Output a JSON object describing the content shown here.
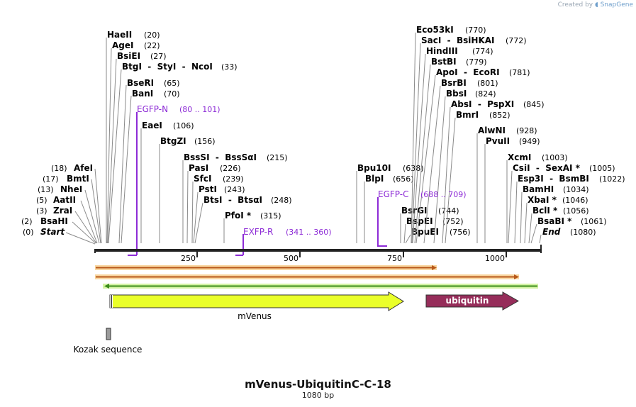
{
  "branding": {
    "created_by": "Created by ",
    "product": "SnapGene"
  },
  "map": {
    "name": "mVenus-UbiquitinC-C-18",
    "length_label": "1080 bp",
    "length": 1080,
    "ruler_ticks": [
      {
        "value": 250,
        "label": "250"
      },
      {
        "value": 500,
        "label": "500"
      },
      {
        "value": 750,
        "label": "750"
      },
      {
        "value": 1000,
        "label": "1000"
      }
    ]
  },
  "sites_left": [
    {
      "name": "BsaHI",
      "pos": "2",
      "italic": false
    },
    {
      "name": "ZraI",
      "pos": "3",
      "italic": false
    },
    {
      "name": "AatII",
      "pos": "5",
      "italic": false
    },
    {
      "name": "NheI",
      "pos": "13",
      "italic": false
    },
    {
      "name": "BmtI",
      "pos": "17",
      "italic": false
    },
    {
      "name": "AfeI",
      "pos": "18",
      "italic": false
    }
  ],
  "start_label": {
    "name": "Start",
    "pos": "0"
  },
  "end_label": {
    "name": "End",
    "pos": "1080"
  },
  "sites_upper_left": [
    {
      "name": "HaeII",
      "pos": "20"
    },
    {
      "name": "AgeI",
      "pos": "22"
    },
    {
      "name": "BsiEI",
      "pos": "27"
    },
    {
      "name": "BtgI  -  StyI  -  NcoI",
      "pos": "33"
    },
    {
      "name": "BseRI",
      "pos": "65"
    },
    {
      "name": "BanI",
      "pos": "70"
    },
    {
      "name": "EaeI",
      "pos": "106"
    },
    {
      "name": "BtgZI",
      "pos": "156"
    },
    {
      "name": "BssSI  -  BssSαI",
      "pos": "215"
    },
    {
      "name": "PasI",
      "pos": "226"
    },
    {
      "name": "SfcI",
      "pos": "239"
    },
    {
      "name": "PstI",
      "pos": "243"
    },
    {
      "name": "BtsI  -  BtsαI",
      "pos": "248"
    },
    {
      "name": "PfoI *",
      "pos": "315"
    }
  ],
  "sites_mid": [
    {
      "name": "Bpu10I",
      "pos": "638"
    },
    {
      "name": "BlpI",
      "pos": "656"
    },
    {
      "name": "BsrGI",
      "pos": "744"
    },
    {
      "name": "BspEI",
      "pos": "752"
    },
    {
      "name": "BpuEI",
      "pos": "756"
    }
  ],
  "sites_upper_right": [
    {
      "name": "Eco53kI",
      "pos": "770"
    },
    {
      "name": "SacI  -  BsiHKAI",
      "pos": "772"
    },
    {
      "name": "HindIII",
      "pos": "774"
    },
    {
      "name": "BstBI",
      "pos": "779"
    },
    {
      "name": "ApoI  -  EcoRI",
      "pos": "781"
    },
    {
      "name": "BsrBI",
      "pos": "801"
    },
    {
      "name": "BbsI",
      "pos": "824"
    },
    {
      "name": "AbsI  -  PspXI",
      "pos": "845"
    },
    {
      "name": "BmrI",
      "pos": "852"
    },
    {
      "name": "AlwNI",
      "pos": "928"
    },
    {
      "name": "PvuII",
      "pos": "949"
    },
    {
      "name": "XcmI",
      "pos": "1003"
    },
    {
      "name": "CsiI  -  SexAI *",
      "pos": "1005"
    },
    {
      "name": "Esp3I  -  BsmBI",
      "pos": "1022"
    },
    {
      "name": "BamHI",
      "pos": "1034"
    },
    {
      "name": "XbaI *",
      "pos": "1046"
    },
    {
      "name": "BclI *",
      "pos": "1056"
    },
    {
      "name": "BsaBI *",
      "pos": "1061"
    }
  ],
  "primers": [
    {
      "name": "EGFP-N",
      "range": "(80 .. 101)",
      "start": 80,
      "end": 101
    },
    {
      "name": "EXFP-R",
      "range": "(341 .. 360)",
      "start": 341,
      "end": 360
    },
    {
      "name": "EGFP-C",
      "range": "(688 .. 709)",
      "start": 688,
      "end": 709
    }
  ],
  "features": [
    {
      "name": "mVenus",
      "start": 36,
      "end": 755,
      "color": "#eaff2a"
    },
    {
      "name": "ubiquitin",
      "start": 800,
      "end": 1030,
      "color": "#962d5a"
    },
    {
      "name": "Kozak sequence",
      "start": 26,
      "end": 35,
      "color": "#9b9b9b"
    }
  ],
  "colors": {
    "backbone": "#222222",
    "primer": "#8d2bd6",
    "orf_line": "#b8581a",
    "orf_glow": "#f9d7a1",
    "rev_line": "#3c8d1b",
    "rev_glow": "#d4f3a4"
  }
}
